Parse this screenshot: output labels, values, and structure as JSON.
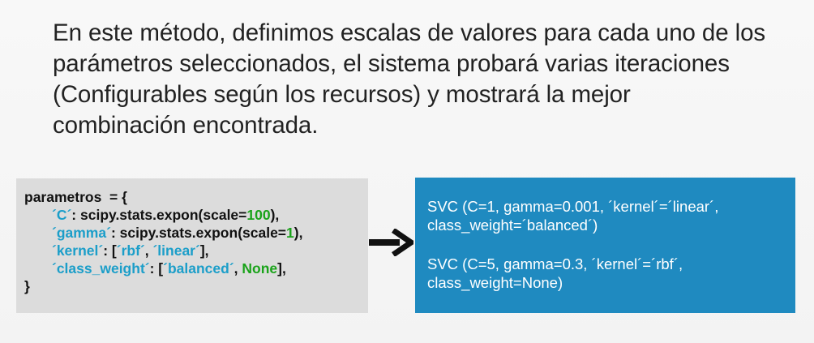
{
  "intro": {
    "text": "En este método, definimos escalas de valores para cada uno de los parámetros seleccionados, el sistema probará varias iteraciones (Configurables según los recursos) y mostrará la mejor combinación encontrada."
  },
  "code": {
    "header": "parametros  = {",
    "lines": [
      {
        "key": "´C´",
        "mid": ": scipy.stats.expon(scale=",
        "num": "100",
        "end": "),"
      },
      {
        "key": "´gamma´",
        "mid": ": scipy.stats.expon(scale=",
        "num": "1",
        "end": "),"
      },
      {
        "key": "´kernel´",
        "mid": ": [",
        "val1": "´rbf´",
        "sep": ", ",
        "val2": "´linear´",
        "end": "],"
      },
      {
        "key": "´class_weight´",
        "mid": ": [",
        "val1": "´balanced´",
        "sep": ", ",
        "num": "None",
        "end": "],"
      }
    ],
    "footer": "}"
  },
  "arrow": {
    "icon": "right-arrow-icon"
  },
  "results": [
    {
      "line1": "SVC (C=1, gamma=0.001, ´kernel´=´linear´,",
      "line2": "class_weight=´balanced´)"
    },
    {
      "line1": "SVC (C=5, gamma=0.3, ´kernel´=´rbf´,",
      "line2": "class_weight=None)"
    }
  ],
  "colors": {
    "key": "#1b9ec9",
    "number": "#1aa31a",
    "code_bg": "#dcdcdc",
    "result_bg": "#1f8ac0"
  }
}
